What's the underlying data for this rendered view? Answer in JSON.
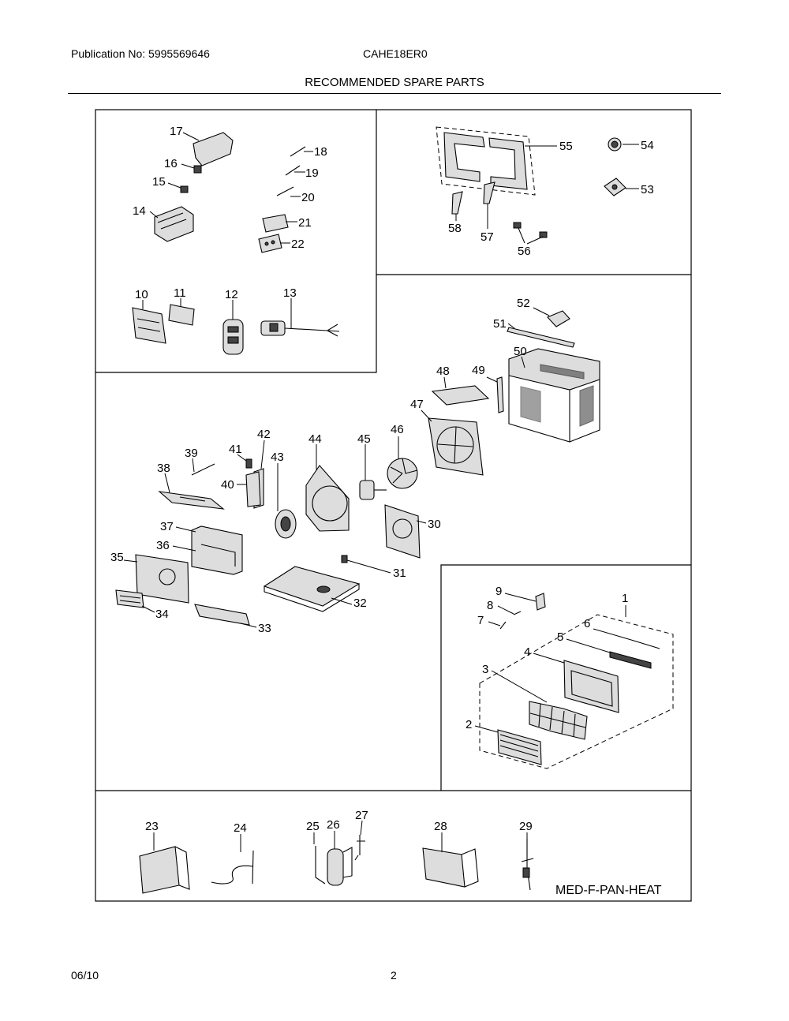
{
  "header": {
    "publication": "Publication No: 5995569646",
    "model": "CAHE18ER0",
    "title": "RECOMMENDED SPARE PARTS"
  },
  "footer": {
    "date": "06/10",
    "page": "2"
  },
  "diagram": {
    "code": "MED-F-PAN-HEAT",
    "labels": {
      "p1": "1",
      "p2": "2",
      "p3": "3",
      "p4": "4",
      "p5": "5",
      "p6": "6",
      "p7": "7",
      "p8": "8",
      "p9": "9",
      "p10": "10",
      "p11": "11",
      "p12": "12",
      "p13": "13",
      "p14": "14",
      "p15": "15",
      "p16": "16",
      "p17": "17",
      "p18": "18",
      "p19": "19",
      "p20": "20",
      "p21": "21",
      "p22": "22",
      "p23": "23",
      "p24": "24",
      "p25": "25",
      "p26": "26",
      "p27": "27",
      "p28": "28",
      "p29": "29",
      "p30": "30",
      "p31": "31",
      "p32": "32",
      "p33": "33",
      "p34": "34",
      "p35": "35",
      "p36": "36",
      "p37": "37",
      "p38": "38",
      "p39": "39",
      "p40": "40",
      "p41": "41",
      "p42": "42",
      "p43": "43",
      "p44": "44",
      "p45": "45",
      "p46": "46",
      "p47": "47",
      "p48": "48",
      "p49": "49",
      "p50": "50",
      "p51": "51",
      "p52": "52",
      "p53": "53",
      "p54": "54",
      "p55": "55",
      "p56": "56",
      "p57": "57",
      "p58": "58"
    }
  }
}
